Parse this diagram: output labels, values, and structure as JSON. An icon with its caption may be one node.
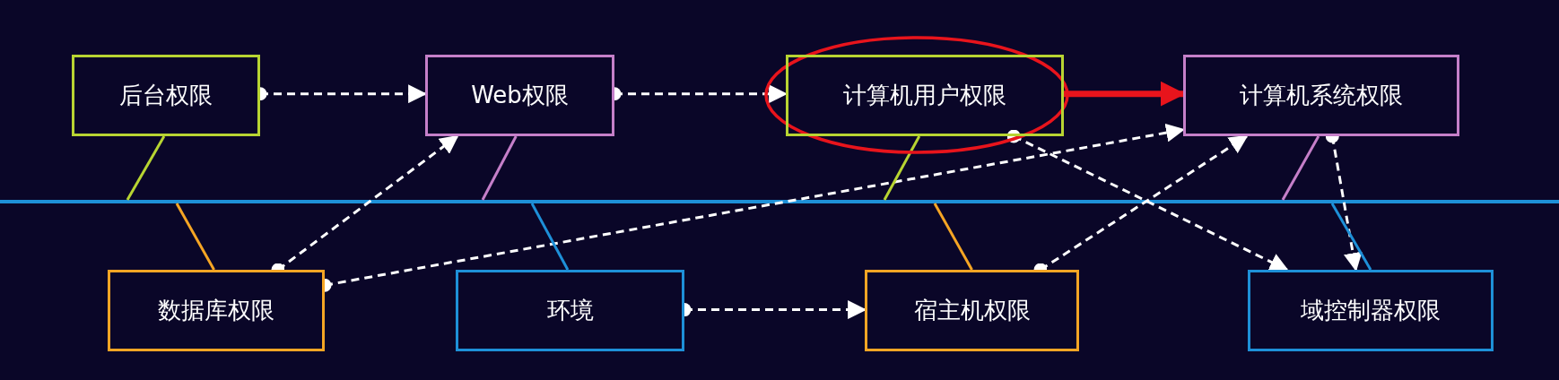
{
  "diagram": {
    "nodes": [
      {
        "text": [
          "后台权限"
        ]
      },
      {
        "text": [
          "Web权限"
        ]
      },
      {
        "text": [
          "计算机用户权限"
        ]
      },
      {
        "text": [
          "计算机系统权限"
        ]
      },
      {
        "text": [
          "数据库权限"
        ]
      },
      {
        "text": [
          "环境"
        ]
      },
      {
        "text": [
          "宿主机权限"
        ]
      },
      {
        "text": [
          "域控制器权限"
        ]
      },
      {
        "text": [],
        "shape": "line"
      }
    ],
    "edges": [
      {
        "from": 0,
        "to": 1,
        "arrow": "to",
        "style": "dashed"
      },
      {
        "from": 1,
        "to": 2,
        "arrow": "to",
        "style": "dashed"
      },
      {
        "from": 2,
        "to": 3,
        "arrow": "to",
        "style": "thick",
        "color": "#e8141c"
      },
      {
        "from": 4,
        "to": 1,
        "arrow": "to",
        "style": "dashed"
      },
      {
        "from": 4,
        "to": 3,
        "arrow": "to",
        "style": "dashed"
      },
      {
        "from": 2,
        "to": 7,
        "arrow": "to",
        "style": "dashed"
      },
      {
        "from": 5,
        "to": 6,
        "arrow": "to",
        "style": "dashed"
      },
      {
        "from": 6,
        "to": 3,
        "arrow": "to",
        "style": "dashed"
      },
      {
        "from": 3,
        "to": 7,
        "arrow": "to",
        "style": "dashed"
      },
      {
        "from": 0,
        "to": 8,
        "arrow": "none",
        "color": "#b8d432"
      },
      {
        "from": 1,
        "to": 8,
        "arrow": "none",
        "color": "#c57fc9"
      },
      {
        "from": 2,
        "to": 8,
        "arrow": "none",
        "color": "#b8d432"
      },
      {
        "from": 3,
        "to": 8,
        "arrow": "none",
        "color": "#c57fc9"
      },
      {
        "from": 4,
        "to": 8,
        "arrow": "none",
        "color": "#f5a524"
      },
      {
        "from": 5,
        "to": 8,
        "arrow": "none",
        "color": "#1e90d8"
      },
      {
        "from": 6,
        "to": 8,
        "arrow": "none",
        "color": "#f5a524"
      },
      {
        "from": 7,
        "to": 8,
        "arrow": "none",
        "color": "#1e90d8"
      }
    ]
  }
}
